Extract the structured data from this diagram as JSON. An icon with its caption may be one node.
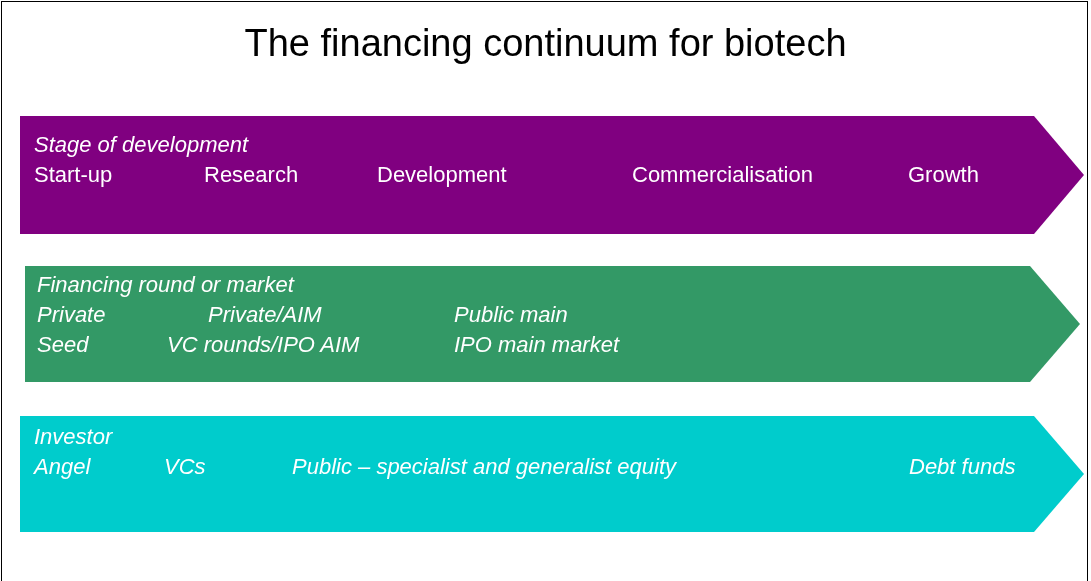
{
  "diagram": {
    "title": "The financing continuum for biotech",
    "nodes": [
      {
        "text": [
          "Stage of development",
          "Start-up",
          "Research",
          "Development",
          "Commercialisation",
          "Growth"
        ]
      },
      {
        "text": [
          "Financing round or market",
          "Private",
          "Private/AIM",
          "Public main",
          "Seed",
          "VC rounds/IPO AIM",
          "IPO main market"
        ]
      },
      {
        "text": [
          "Investor",
          "Angel",
          "VCs",
          "Public – specialist and generalist equity",
          "Debt funds"
        ]
      }
    ],
    "edges": []
  }
}
